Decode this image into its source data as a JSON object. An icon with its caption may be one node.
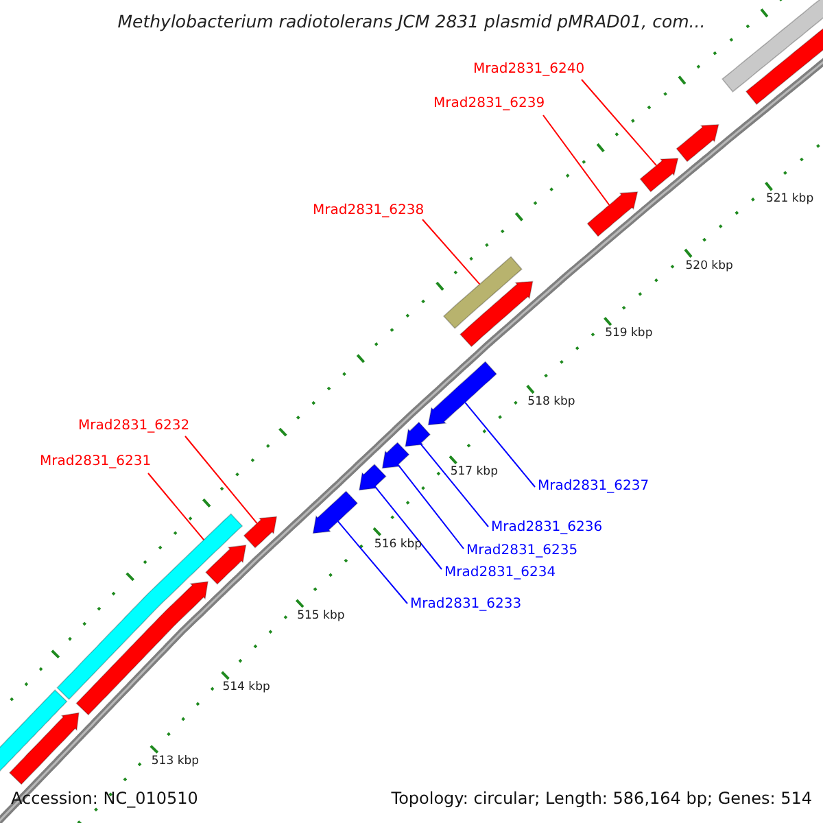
{
  "diagram": {
    "title": "Methylobacterium radiotolerans JCM 2831 plasmid pMRAD01, com...",
    "nodes": [
      {
        "text": [
          "Mrad2831_6240"
        ]
      },
      {
        "text": [
          "Mrad2831_6239"
        ]
      },
      {
        "text": [
          "Mrad2831_6238"
        ]
      },
      {
        "text": [
          "Mrad2831_6232"
        ]
      },
      {
        "text": [
          "Mrad2831_6231"
        ]
      },
      {
        "text": [
          "Mrad2831_6237"
        ]
      },
      {
        "text": [
          "Mrad2831_6236"
        ]
      },
      {
        "text": [
          "Mrad2831_6235"
        ]
      },
      {
        "text": [
          "Mrad2831_6234"
        ]
      },
      {
        "text": [
          "Mrad2831_6233"
        ]
      },
      {
        "text": [],
        "shape": "bar"
      },
      {
        "text": [],
        "shape": "arrow"
      },
      {
        "text": [],
        "shape": "arrow"
      },
      {
        "text": [],
        "shape": "arrow"
      },
      {
        "text": [],
        "shape": "arrow"
      },
      {
        "text": [],
        "shape": "bar"
      },
      {
        "text": [],
        "shape": "arrow"
      },
      {
        "text": [],
        "shape": "arrow"
      },
      {
        "text": [],
        "shape": "arrow"
      },
      {
        "text": [],
        "shape": "arrow"
      },
      {
        "text": [],
        "shape": "arrow"
      },
      {
        "text": [],
        "shape": "arrow"
      },
      {
        "text": [],
        "shape": "arrow"
      },
      {
        "text": [],
        "shape": "bar"
      },
      {
        "text": [],
        "shape": "arrow"
      },
      {
        "text": [],
        "shape": "arrow"
      },
      {
        "text": [],
        "shape": "bar"
      },
      {
        "text": [],
        "shape": "arrow"
      }
    ],
    "edges": [
      {
        "from": 0,
        "to": 13,
        "arrow": "none"
      },
      {
        "from": 1,
        "to": 14,
        "arrow": "none"
      },
      {
        "from": 2,
        "to": 15,
        "arrow": "none"
      },
      {
        "from": 3,
        "to": 22,
        "arrow": "none"
      },
      {
        "from": 4,
        "to": 23,
        "arrow": "none"
      },
      {
        "from": 5,
        "to": 17,
        "arrow": "none",
        "color": "#0000ff"
      },
      {
        "from": 6,
        "to": 18,
        "arrow": "none",
        "color": "#0000ff"
      },
      {
        "from": 7,
        "to": 19,
        "arrow": "none",
        "color": "#0000ff"
      },
      {
        "from": 8,
        "to": 20,
        "arrow": "none",
        "color": "#0000ff"
      },
      {
        "from": 9,
        "to": 21,
        "arrow": "none",
        "color": "#0000ff"
      }
    ],
    "labels": [
      "521 kbp",
      "520 kbp",
      "519 kbp",
      "518 kbp",
      "517 kbp",
      "516 kbp",
      "515 kbp",
      "514 kbp",
      "513 kbp",
      "Accession: NC_010510",
      "Topology: circular; Length: 586,164 bp; Genes: 514"
    ]
  }
}
